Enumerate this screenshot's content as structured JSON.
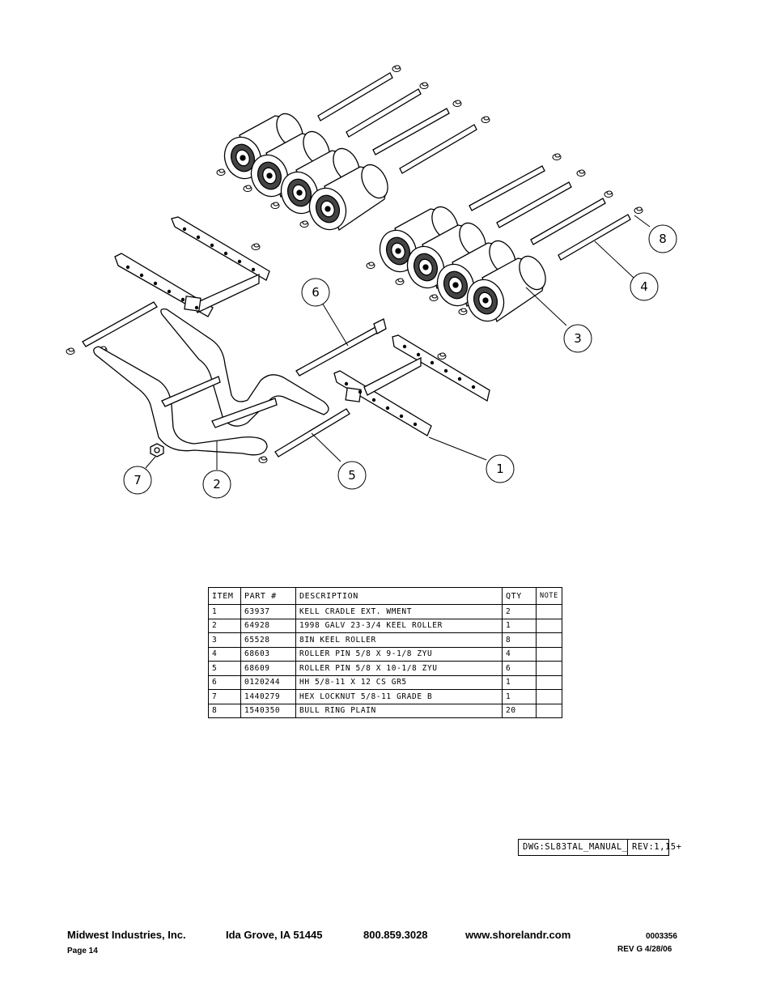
{
  "drawing": {
    "balloons": [
      "8",
      "4",
      "3",
      "6",
      "1",
      "5",
      "7",
      "2"
    ]
  },
  "table": {
    "headers": [
      "ITEM",
      "PART #",
      "DESCRIPTION",
      "QTY",
      "NOTE"
    ],
    "rows": [
      [
        "1",
        "63937",
        "KELL CRADLE EXT. WMENT",
        "2",
        ""
      ],
      [
        "2",
        "64928",
        "1998 GALV 23-3/4 KEEL ROLLER",
        "1",
        ""
      ],
      [
        "3",
        "65528",
        "8IN KEEL ROLLER",
        "8",
        ""
      ],
      [
        "4",
        "68603",
        "ROLLER PIN 5/8 X 9-1/8 ZYU",
        "4",
        ""
      ],
      [
        "5",
        "68609",
        "ROLLER PIN 5/8 X 10-1/8 ZYU",
        "6",
        ""
      ],
      [
        "6",
        "0120244",
        "HH 5/8-11 X 12 CS GR5",
        "1",
        ""
      ],
      [
        "7",
        "1440279",
        "HEX LOCKNUT 5/8-11 GRADE B",
        "1",
        ""
      ],
      [
        "8",
        "1540350",
        "BULL RING PLAIN",
        "20",
        ""
      ]
    ]
  },
  "title_block": {
    "dwg": "DWG:SL83TAL_MANUAL_",
    "rev": "REV:1,15+"
  },
  "footer": {
    "company": "Midwest Industries, Inc.",
    "city": "Ida Grove, IA  51445",
    "phone": "800.859.3028",
    "website": "www.shorelandr.com",
    "doc_number": "0003356",
    "page": "Page 14",
    "revision": "REV G  4/28/06"
  }
}
